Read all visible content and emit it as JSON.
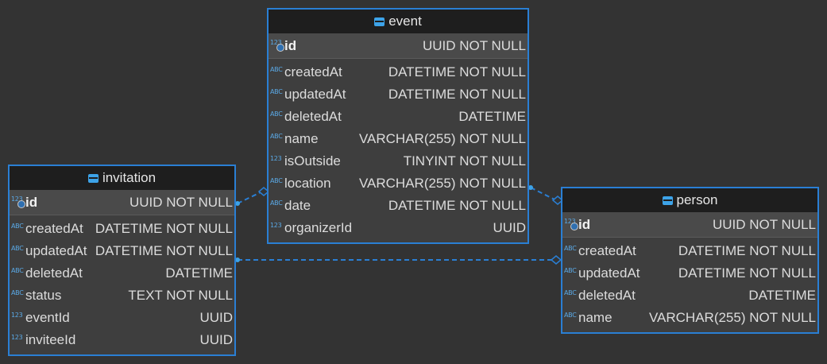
{
  "colors": {
    "background": "#333333",
    "entity_border": "#2a7fd4",
    "header_bg": "#1e1e1e",
    "type_icon": "#5aa9e6",
    "link": "#2a7fd4"
  },
  "icons": {
    "table": "table-icon",
    "text_type": "abc-type-icon",
    "number_type": "123-type-icon",
    "primary_key": "key-icon"
  },
  "entities": {
    "event": {
      "name": "event",
      "pk": {
        "icon": "123",
        "name": "id",
        "type": "UUID NOT NULL"
      },
      "columns": [
        {
          "icon": "ABC",
          "name": "createdAt",
          "type": "DATETIME NOT NULL"
        },
        {
          "icon": "ABC",
          "name": "updatedAt",
          "type": "DATETIME NOT NULL"
        },
        {
          "icon": "ABC",
          "name": "deletedAt",
          "type": "DATETIME"
        },
        {
          "icon": "ABC",
          "name": "name",
          "type": "VARCHAR(255) NOT NULL"
        },
        {
          "icon": "123",
          "name": "isOutside",
          "type": "TINYINT NOT NULL"
        },
        {
          "icon": "ABC",
          "name": "location",
          "type": "VARCHAR(255) NOT NULL"
        },
        {
          "icon": "ABC",
          "name": "date",
          "type": "DATETIME NOT NULL"
        },
        {
          "icon": "123",
          "name": "organizerId",
          "type": "UUID"
        }
      ]
    },
    "invitation": {
      "name": "invitation",
      "pk": {
        "icon": "123",
        "name": "id",
        "type": "UUID NOT NULL"
      },
      "columns": [
        {
          "icon": "ABC",
          "name": "createdAt",
          "type": "DATETIME NOT NULL"
        },
        {
          "icon": "ABC",
          "name": "updatedAt",
          "type": "DATETIME NOT NULL"
        },
        {
          "icon": "ABC",
          "name": "deletedAt",
          "type": "DATETIME"
        },
        {
          "icon": "ABC",
          "name": "status",
          "type": "TEXT NOT NULL"
        },
        {
          "icon": "123",
          "name": "eventId",
          "type": "UUID"
        },
        {
          "icon": "123",
          "name": "inviteeId",
          "type": "UUID"
        }
      ]
    },
    "person": {
      "name": "person",
      "pk": {
        "icon": "123",
        "name": "id",
        "type": "UUID NOT NULL"
      },
      "columns": [
        {
          "icon": "ABC",
          "name": "createdAt",
          "type": "DATETIME NOT NULL"
        },
        {
          "icon": "ABC",
          "name": "updatedAt",
          "type": "DATETIME NOT NULL"
        },
        {
          "icon": "ABC",
          "name": "deletedAt",
          "type": "DATETIME"
        },
        {
          "icon": "ABC",
          "name": "name",
          "type": "VARCHAR(255) NOT NULL"
        }
      ]
    }
  }
}
